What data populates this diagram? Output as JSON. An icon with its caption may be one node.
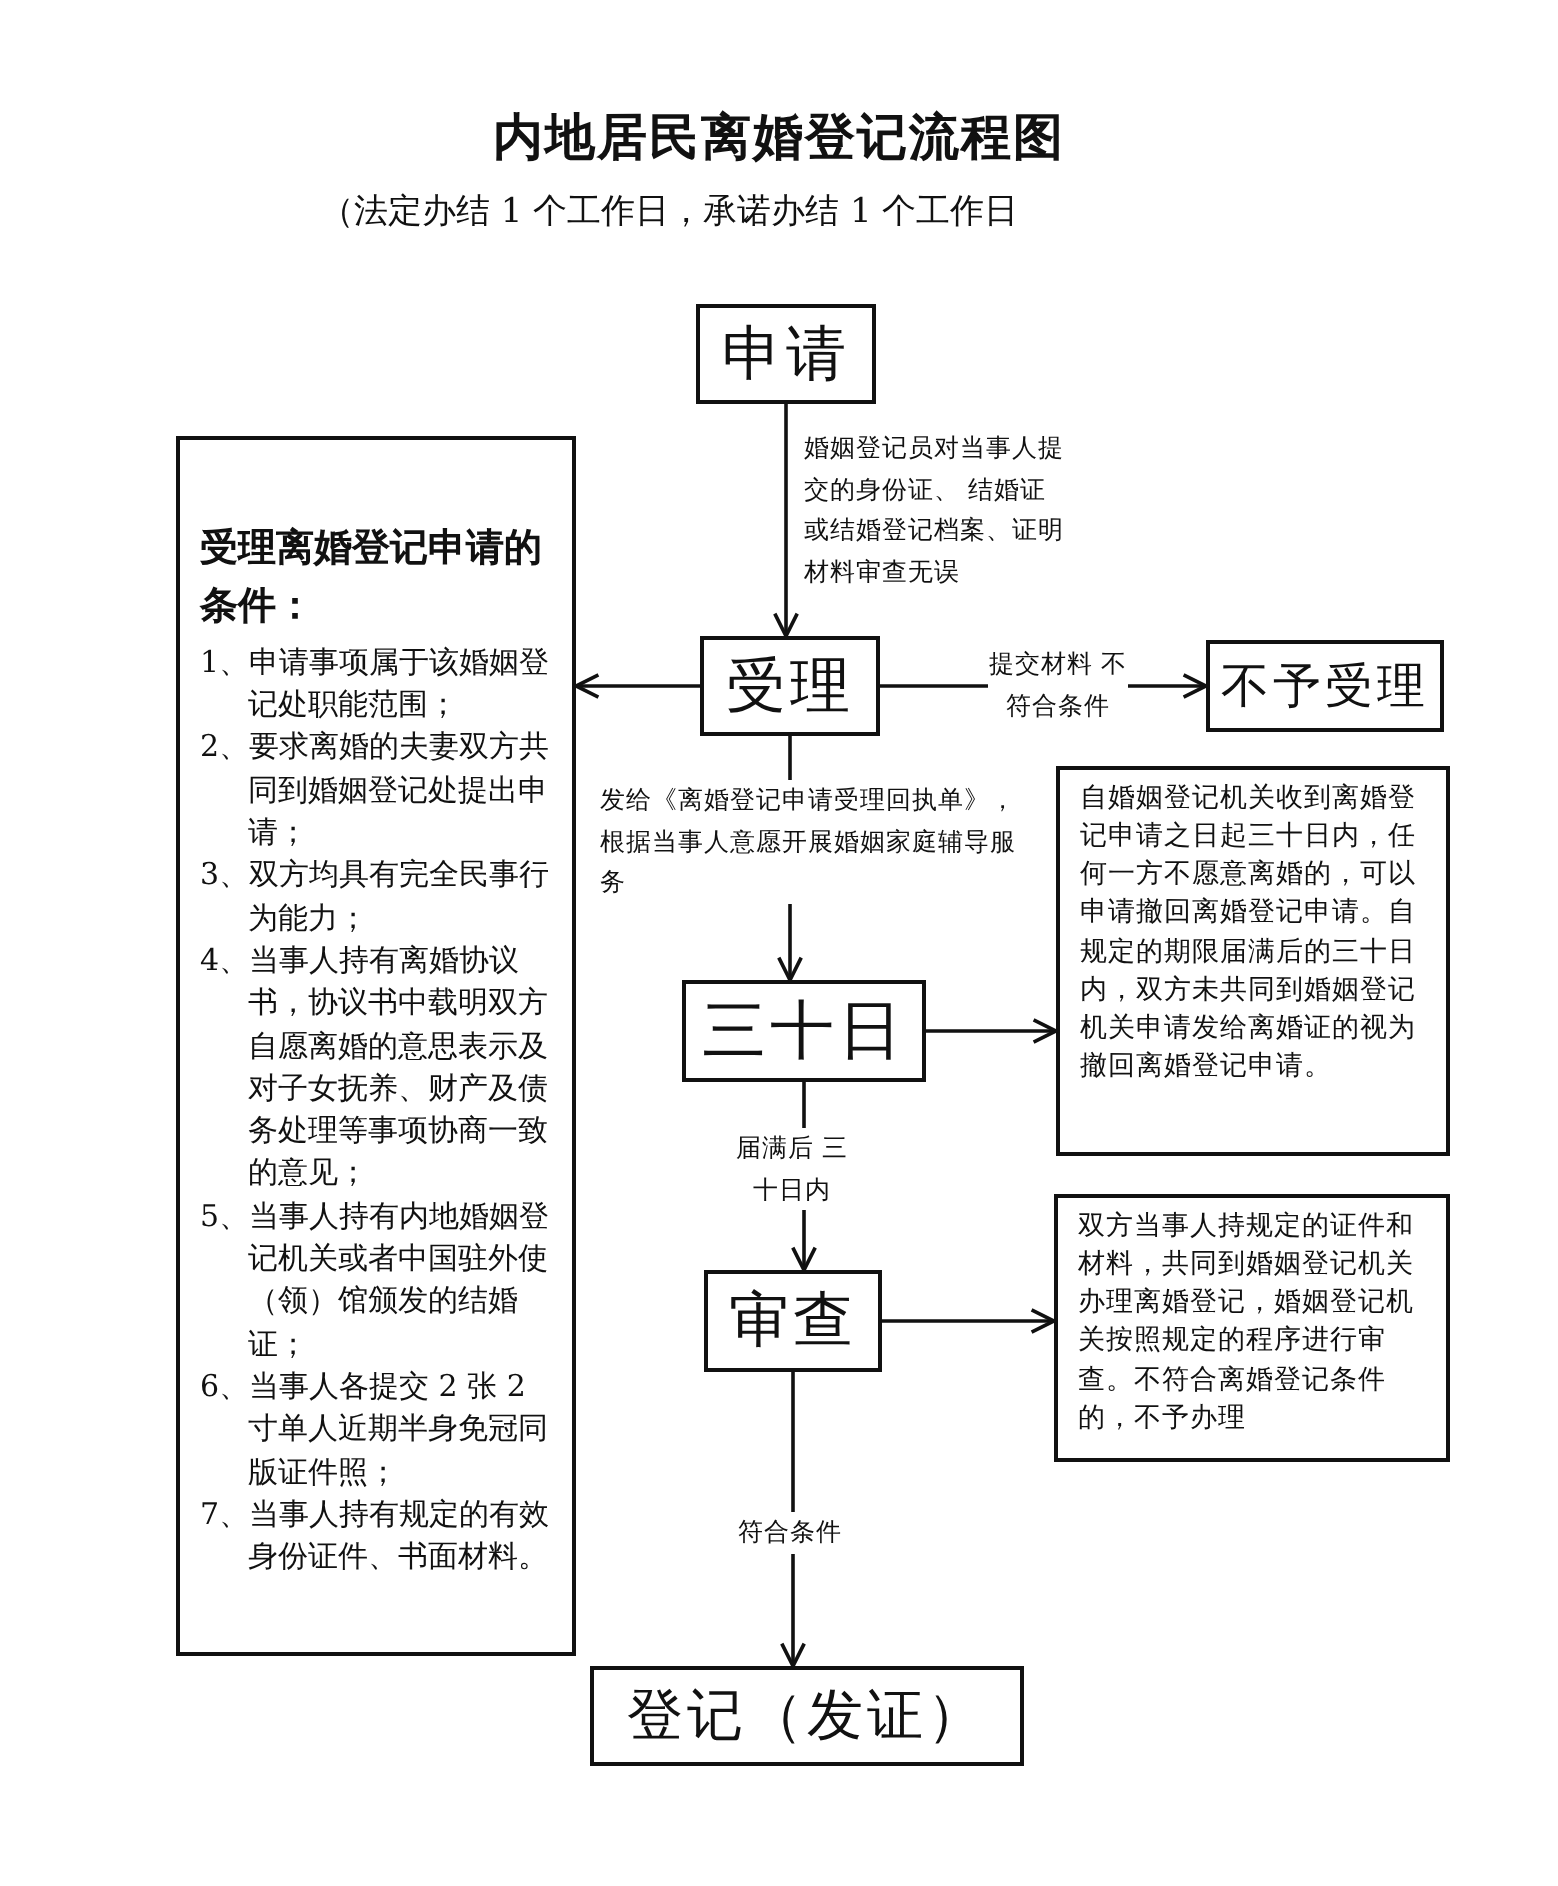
{
  "diagram": {
    "title": "内地居民离婚登记流程图",
    "nodes": [
      {
        "text": [
          "申请"
        ]
      },
      {
        "text": [
          "受理"
        ]
      },
      {
        "text": [
          "受理离婚登记申请的条件：",
          "1、申请事项属于该婚姻登记处职能范围；",
          "2、要求离婚的夫妻双方共同到婚姻登记处提出申请；",
          "3、双方均具有完全民事行为能力；",
          "4、当事人持有离婚协议书，协议书中载明双方自愿离婚的意思表示及对子女抚养、财产及债务处理等事项协商一致的意见；",
          "5、当事人持有内地婚姻登记机关或者中国驻外使（领）馆颁发的结婚证；",
          "6、当事人各提交 2 张 2 寸单人近期半身免冠同版证件照；",
          "7、当事人持有规定的有效身份证件、书面材料。"
        ]
      },
      {
        "text": [
          "不予受理"
        ]
      },
      {
        "text": [
          "三十日"
        ]
      },
      {
        "text": [
          "自婚姻登记机关收到离婚登记申请之日起三十日内，任何一方不愿意离婚的，可以申请撤回离婚登记申请。自规定的期限届满后的三十日内，双方未共同到婚姻登记机关申请发给离婚证的视为撤回离婚登记申请。"
        ]
      },
      {
        "text": [
          "审查"
        ]
      },
      {
        "text": [
          "双方当事人持规定的证件和材料，共同到婚姻登记机关办理离婚登记，婚姻登记机关按照规定的程序进行审查。不符合离婚登记条件的，不予办理"
        ]
      },
      {
        "text": [
          "登记（发证）"
        ]
      }
    ],
    "edges": [
      {
        "from": 0,
        "to": 1,
        "arrow": "to",
        "label": "婚姻登记员对当事人提交的身份证、 结婚证或结婚登记档案、证明材料审查无误"
      },
      {
        "from": 1,
        "to": 2,
        "arrow": "to"
      },
      {
        "from": 1,
        "to": 3,
        "arrow": "to",
        "label": "提交材料 不符合条件"
      },
      {
        "from": 1,
        "to": 4,
        "arrow": "to",
        "label": "发给《离婚登记申请受理回执单》，根据当事人意愿开展婚姻家庭辅导服务"
      },
      {
        "from": 4,
        "to": 5,
        "arrow": "to"
      },
      {
        "from": 4,
        "to": 6,
        "arrow": "to",
        "label": "届满后 三十日内"
      },
      {
        "from": 6,
        "to": 7,
        "arrow": "to"
      },
      {
        "from": 6,
        "to": 8,
        "arrow": "to",
        "label": "符合条件"
      }
    ],
    "labels": [
      "（法定办结 1 个工作日，承诺办结 1 个工作日"
    ]
  }
}
